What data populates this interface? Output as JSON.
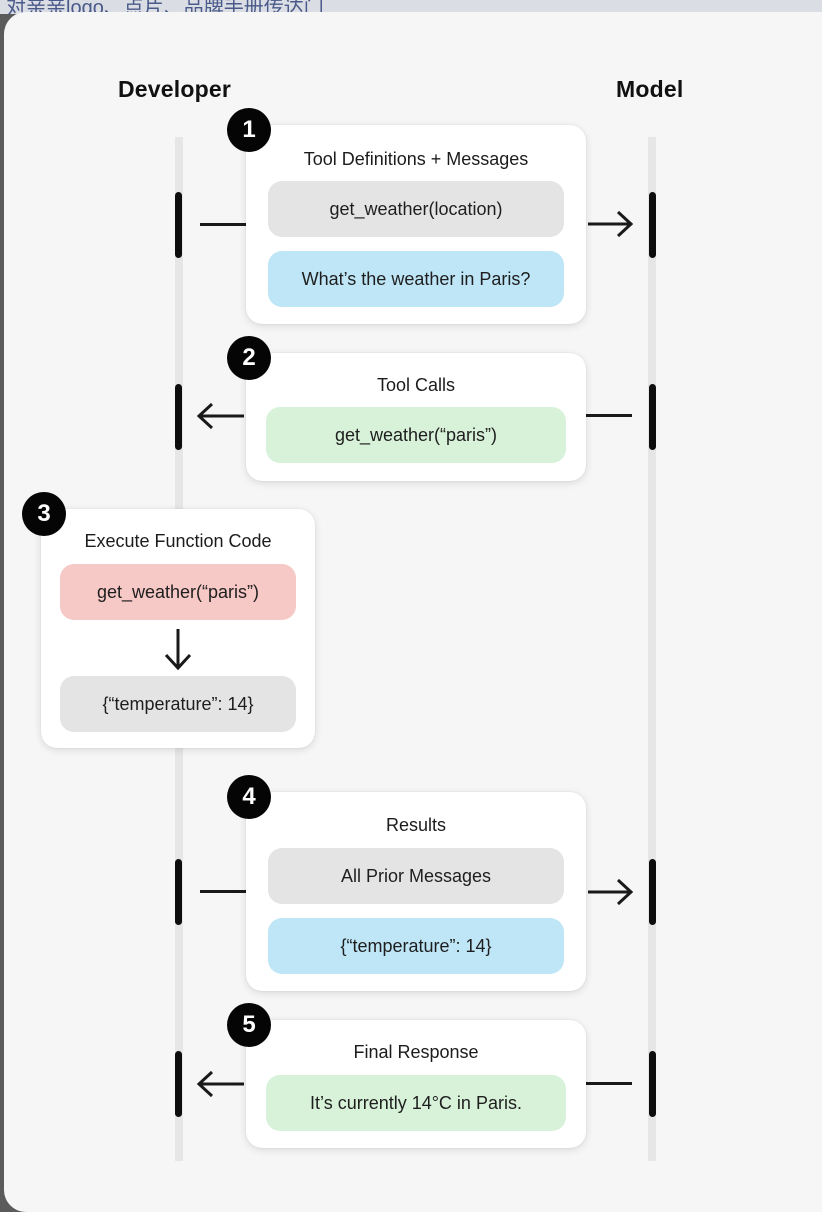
{
  "top_strip_text": "对亲亲logo、点片、品牌手册传达门",
  "columns": {
    "developer": "Developer",
    "model": "Model"
  },
  "steps": [
    {
      "number": "1",
      "title": "Tool Definitions + Messages",
      "pills": [
        {
          "text": "get_weather(location)",
          "color": "gray"
        },
        {
          "text": "What’s the weather in Paris?",
          "color": "blue"
        }
      ],
      "direction": "developer-to-model"
    },
    {
      "number": "2",
      "title": "Tool Calls",
      "pills": [
        {
          "text": "get_weather(“paris”)",
          "color": "green"
        }
      ],
      "direction": "model-to-developer"
    },
    {
      "number": "3",
      "title": "Execute Function Code",
      "pills": [
        {
          "text": "get_weather(“paris”)",
          "color": "red"
        },
        {
          "text": "{“temperature”: 14}",
          "color": "gray"
        }
      ],
      "direction": "local"
    },
    {
      "number": "4",
      "title": "Results",
      "pills": [
        {
          "text": "All Prior Messages",
          "color": "gray"
        },
        {
          "text": "{“temperature”: 14}",
          "color": "blue"
        }
      ],
      "direction": "developer-to-model"
    },
    {
      "number": "5",
      "title": "Final Response",
      "pills": [
        {
          "text": "It’s currently 14°C in Paris.",
          "color": "green"
        }
      ],
      "direction": "model-to-developer"
    }
  ],
  "colors": {
    "gray_pill": "#e4e4e4",
    "blue_pill": "#bfe6f7",
    "green_pill": "#d8f2da",
    "red_pill": "#f6c8c6",
    "badge": "#050505"
  }
}
